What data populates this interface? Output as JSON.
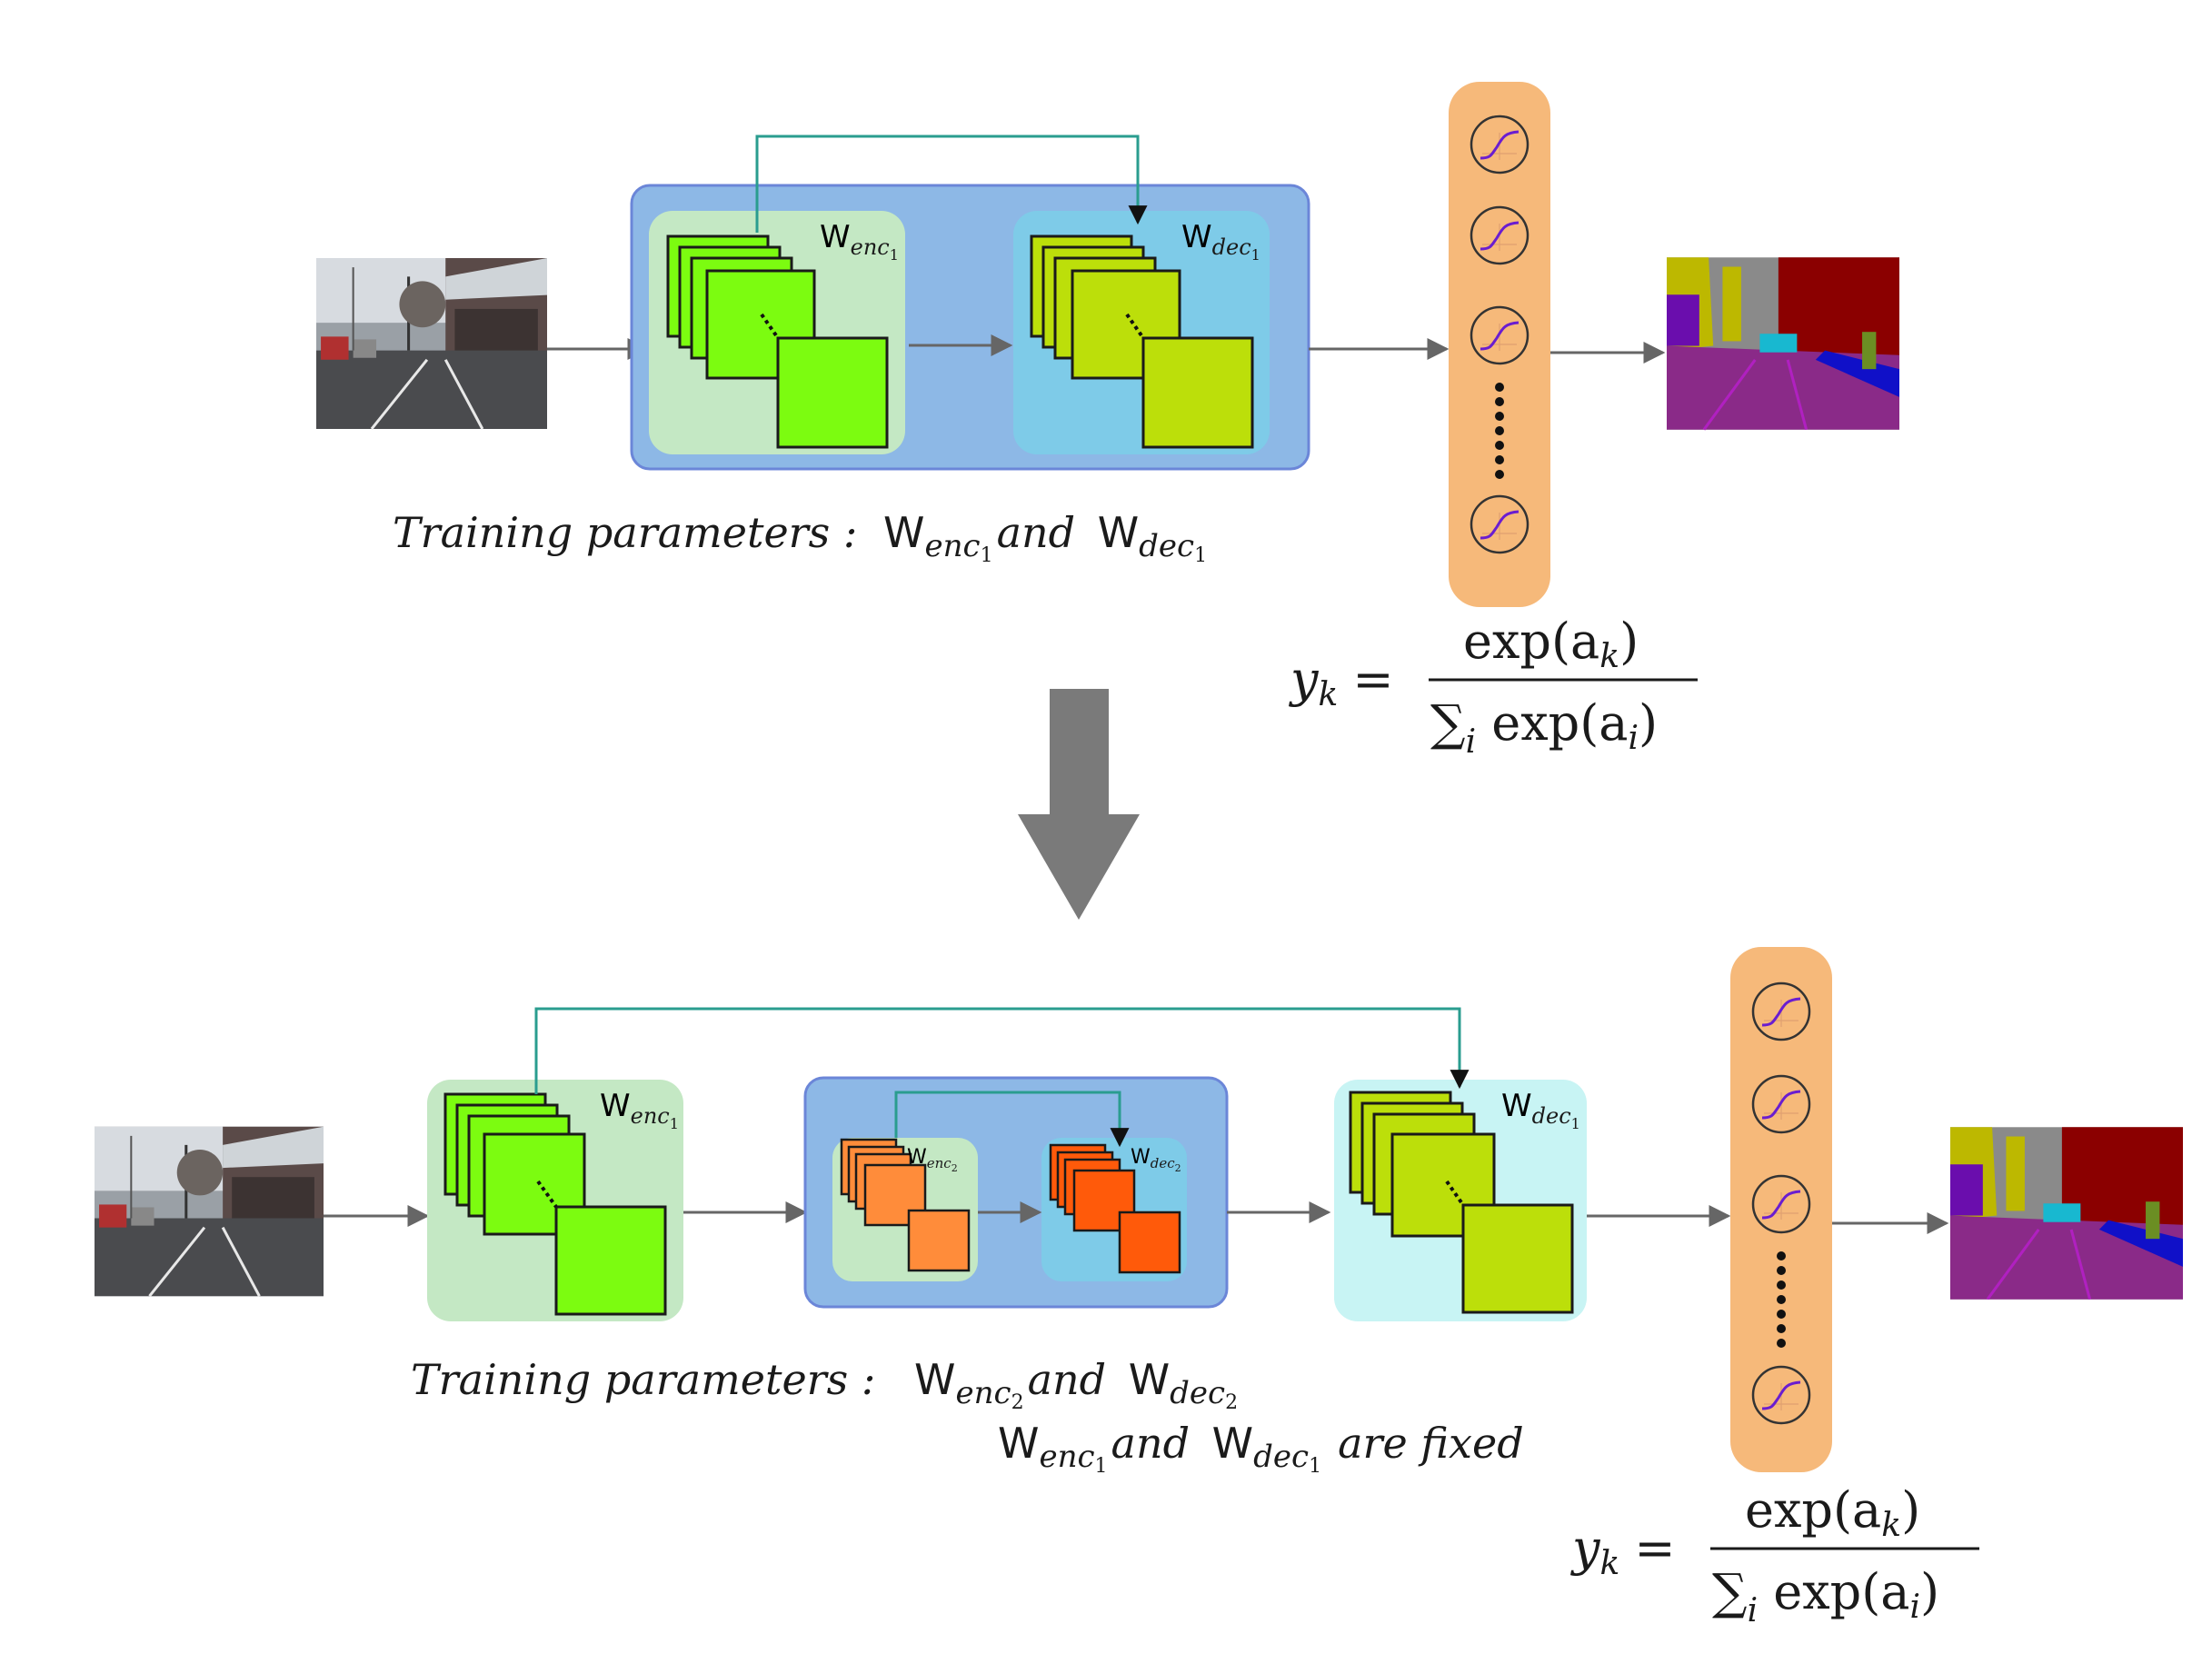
{
  "top": {
    "enc_label": {
      "base": "W",
      "sub": "enc",
      "subsub": "1"
    },
    "dec_label": {
      "base": "W",
      "sub": "dec",
      "subsub": "1"
    },
    "training": {
      "prefix": "Training parameters :",
      "w1": "W",
      "w1_sub": "enc",
      "w1_subsub": "1",
      "and": "and",
      "w2": "W",
      "w2_sub": "dec",
      "w2_subsub": "1"
    },
    "formula": {
      "lhs": "y",
      "lhs_sub": "k",
      "eq": "=",
      "num": "exp(a",
      "num_sub": "k",
      "num_close": ")",
      "den_sum": "∑",
      "den_sub": "i",
      "den": " exp(a",
      "den_sub2": "i",
      "den_close": ")"
    }
  },
  "bottom": {
    "enc1_label": {
      "base": "W",
      "sub": "enc",
      "subsub": "1"
    },
    "enc2_label": {
      "base": "W",
      "sub": "enc",
      "subsub": "2"
    },
    "dec2_label": {
      "base": "W",
      "sub": "dec",
      "subsub": "2"
    },
    "dec1_label": {
      "base": "W",
      "sub": "dec",
      "subsub": "1"
    },
    "training_line1": {
      "prefix": "Training parameters :",
      "w1": "W",
      "w1_sub": "enc",
      "w1_subsub": "2",
      "and": "and",
      "w2": "W",
      "w2_sub": "dec",
      "w2_subsub": "2"
    },
    "training_line2": {
      "w1": "W",
      "w1_sub": "enc",
      "w1_subsub": "1",
      "and": "and",
      "w2": "W",
      "w2_sub": "dec",
      "w2_subsub": "1",
      "suffix": "are fixed"
    },
    "formula": {
      "lhs": "y",
      "lhs_sub": "k",
      "eq": "=",
      "num": "exp(a",
      "num_sub": "k",
      "num_close": ")",
      "den_sum": "∑",
      "den_sub": "i",
      "den": " exp(a",
      "den_sub2": "i",
      "den_close": ")"
    }
  },
  "colors": {
    "outer_block": "#8db8e6",
    "enc_panel": "#c4e8c4",
    "dec_panel": "#7ecbe8",
    "dec_panel_light": "#c8f4f4",
    "green_bright": "#7cfc10",
    "green_olive": "#bcdf0a",
    "orange_light": "#ff8c3a",
    "orange_dark": "#ff5a0a",
    "softmax": "#f6b97a",
    "skip_line": "#2a9d8f",
    "arrow_big": "#7a7a7a"
  },
  "icons": [
    "sigmoid-icon",
    "street-photo",
    "segmentation-map",
    "down-arrow-icon"
  ]
}
